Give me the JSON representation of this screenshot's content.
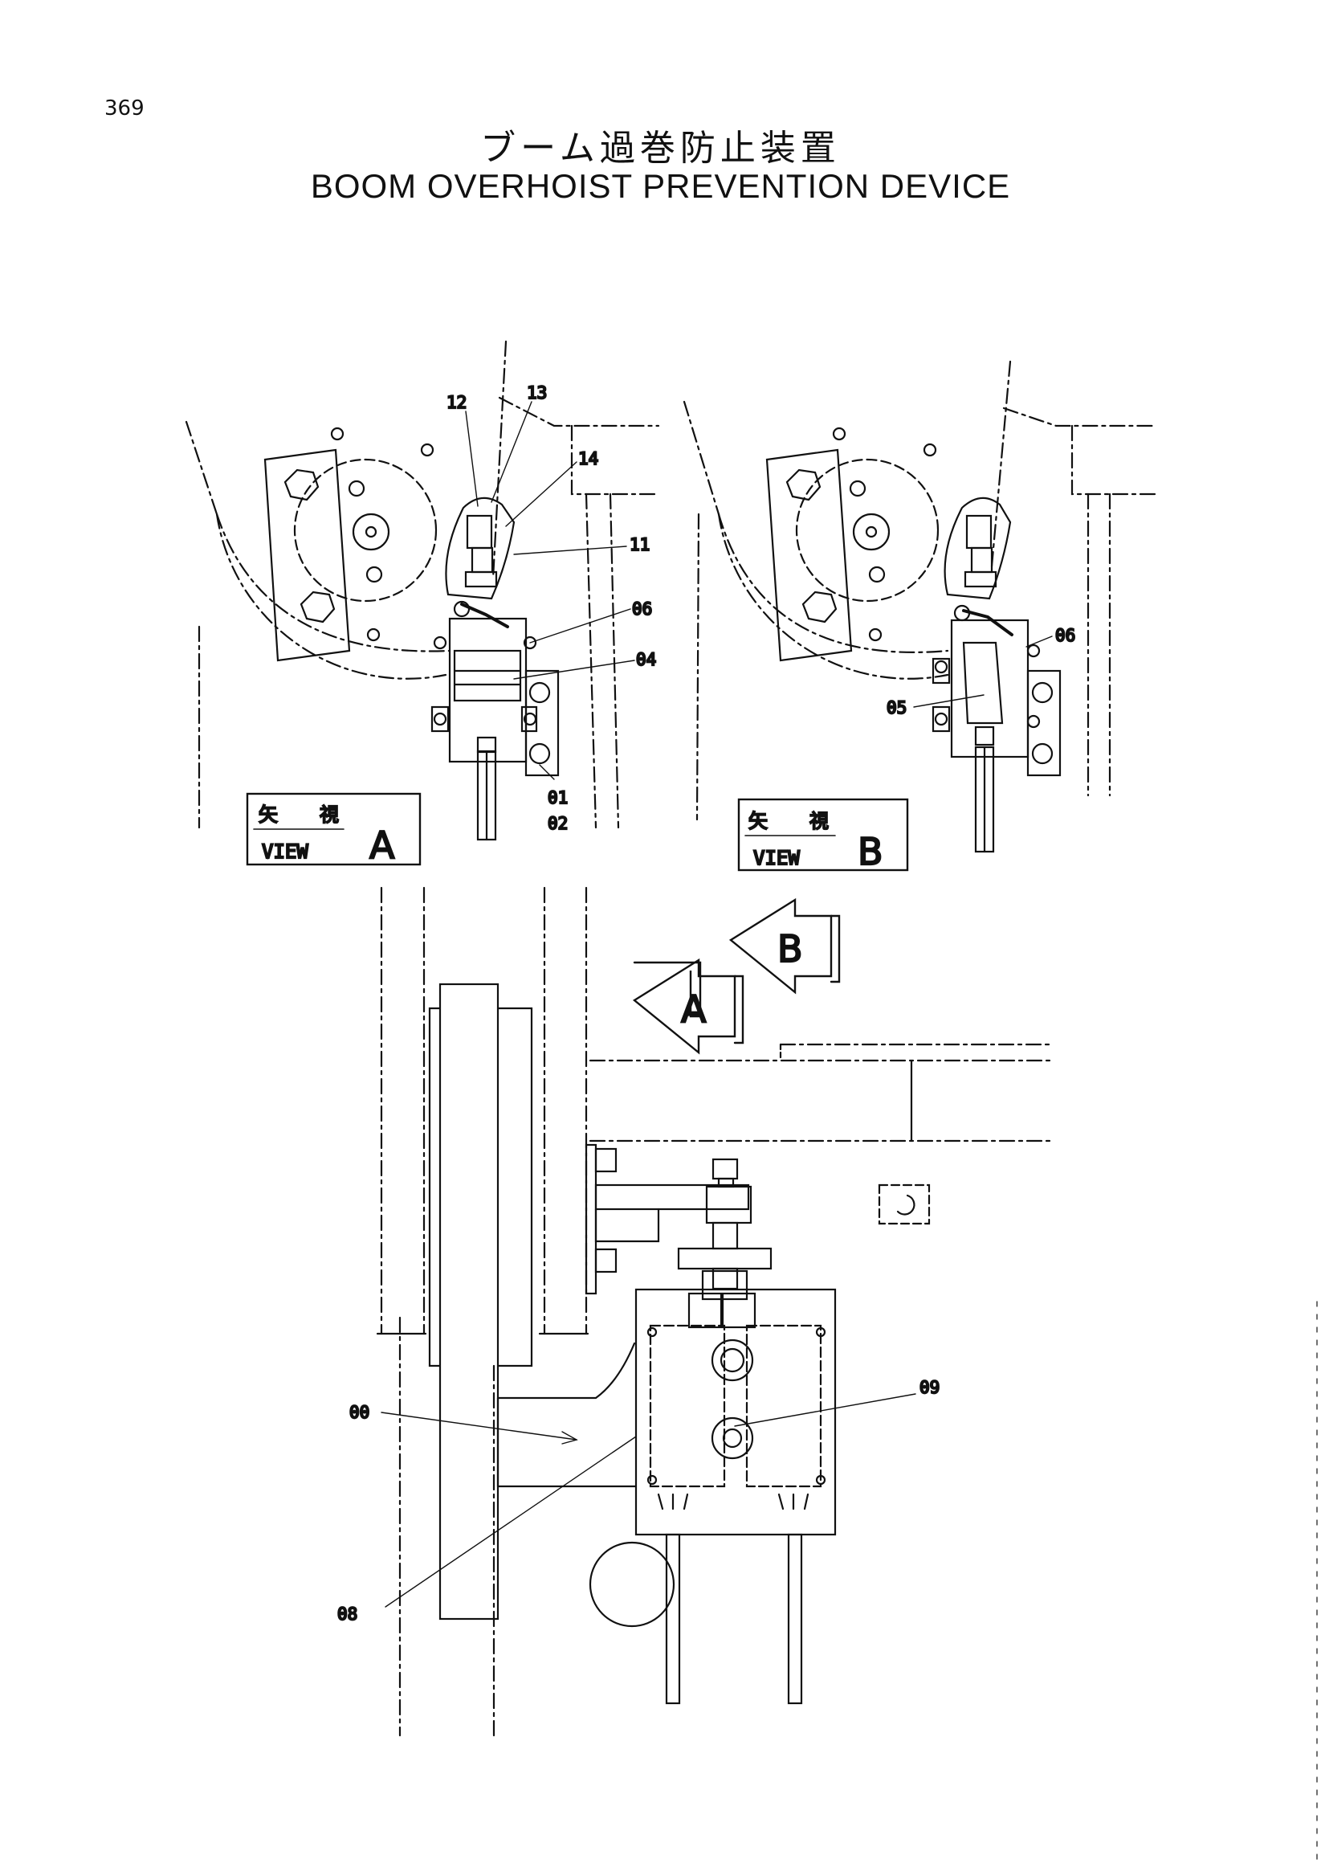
{
  "page_number": "369",
  "title_ja": "ブーム過巻防止装置",
  "title_en": "BOOM OVERHOIST PREVENTION DEVICE",
  "views": [
    {
      "kanji_left": "矢",
      "kanji_right": "視",
      "word": "VIEW",
      "letter": "A"
    },
    {
      "kanji_left": "矢",
      "kanji_right": "視",
      "word": "VIEW",
      "letter": "B"
    }
  ],
  "arrows": [
    {
      "letter": "A"
    },
    {
      "letter": "B"
    }
  ],
  "part_labels": {
    "p12": "12",
    "p13": "13",
    "p14": "14",
    "p11": "11",
    "p06a": "06",
    "p04": "04",
    "p01": "01",
    "p02": "02",
    "p06b": "06",
    "p05": "05",
    "p09": "09",
    "p00": "00",
    "p08": "08"
  }
}
